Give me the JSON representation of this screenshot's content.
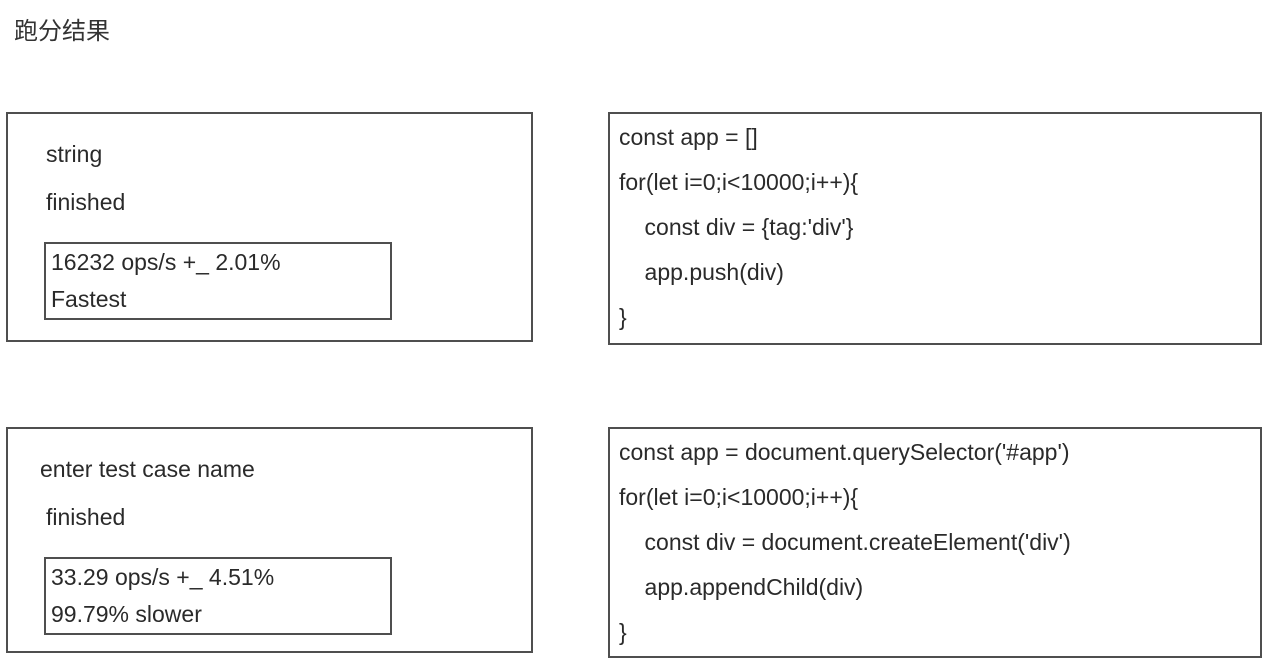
{
  "page": {
    "title": "跑分结果"
  },
  "colors": {
    "border": "#4f4f4f",
    "text": "#2a2a2a",
    "background": "#ffffff"
  },
  "results": [
    {
      "name": "string",
      "status": "finished",
      "score": "16232 ops/s +_ 2.01%",
      "verdict": "Fastest",
      "code": [
        "const app = []",
        "for(let i=0;i<10000;i++){",
        "    const div = {tag:'div'}",
        "    app.push(div)",
        "}"
      ]
    },
    {
      "name": "enter test case name",
      "status": "finished",
      "score": "33.29 ops/s +_ 4.51%",
      "verdict": "99.79% slower",
      "code": [
        "const app = document.querySelector('#app')",
        "for(let i=0;i<10000;i++){",
        "    const div = document.createElement('div')",
        "    app.appendChild(div)",
        "}"
      ]
    }
  ]
}
